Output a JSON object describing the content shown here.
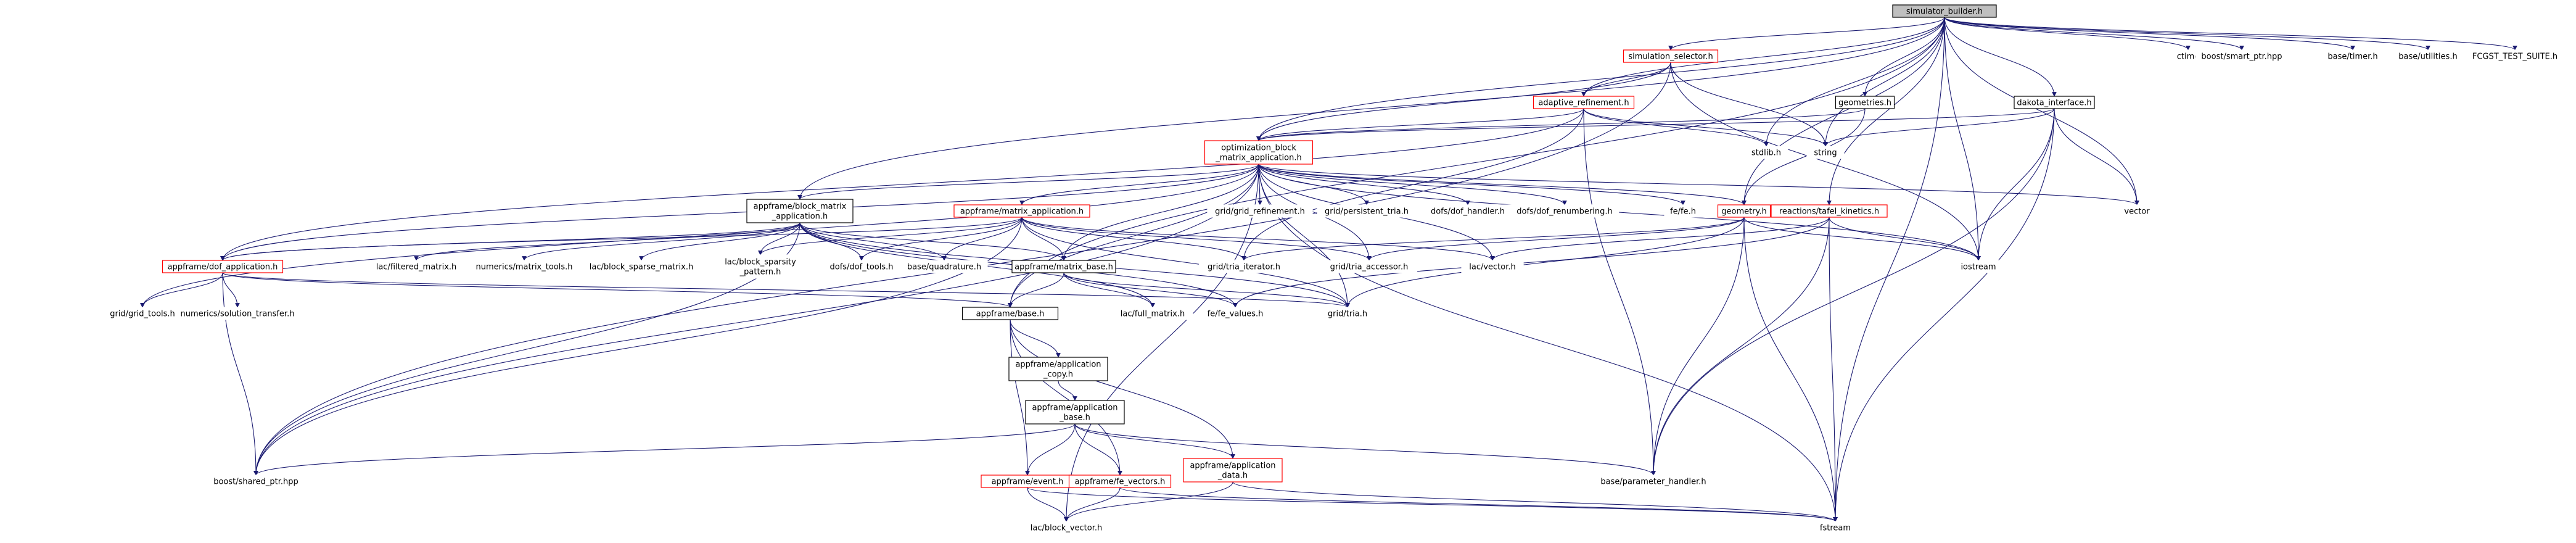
{
  "colors": {
    "edge": "#191970",
    "box_black": "#000000",
    "box_red": "#ff0000",
    "root_fill": "#bfbfbf",
    "fill": "#ffffff"
  },
  "nodes": [
    {
      "id": "simulator_builder",
      "label": [
        "simulator_builder.h"
      ],
      "border": "black",
      "fill": "gray"
    },
    {
      "id": "simulation_selector",
      "label": [
        "simulation_selector.h"
      ],
      "border": "red"
    },
    {
      "id": "ctime",
      "label": [
        "ctime"
      ],
      "border": "none"
    },
    {
      "id": "boost_smart_ptr",
      "label": [
        "boost/smart_ptr.hpp"
      ],
      "border": "none"
    },
    {
      "id": "base_timer",
      "label": [
        "base/timer.h"
      ],
      "border": "none"
    },
    {
      "id": "base_utilities",
      "label": [
        "base/utilities.h"
      ],
      "border": "none"
    },
    {
      "id": "fcgst",
      "label": [
        "FCGST_TEST_SUITE.h"
      ],
      "border": "none"
    },
    {
      "id": "adaptive_refinement",
      "label": [
        "adaptive_refinement.h"
      ],
      "border": "red"
    },
    {
      "id": "geometries",
      "label": [
        "geometries.h"
      ],
      "border": "black"
    },
    {
      "id": "dakota_interface",
      "label": [
        "dakota_interface.h"
      ],
      "border": "black"
    },
    {
      "id": "stdlib",
      "label": [
        "stdlib.h"
      ],
      "border": "none"
    },
    {
      "id": "string",
      "label": [
        "string"
      ],
      "border": "none"
    },
    {
      "id": "optimization_block",
      "label": [
        "optimization_block",
        "_matrix_application.h"
      ],
      "border": "red"
    },
    {
      "id": "appframe_block_matrix",
      "label": [
        "appframe/block_matrix",
        "_application.h"
      ],
      "border": "black"
    },
    {
      "id": "appframe_matrix_application",
      "label": [
        "appframe/matrix_application.h"
      ],
      "border": "red"
    },
    {
      "id": "grid_refinement",
      "label": [
        "grid/grid_refinement.h"
      ],
      "border": "none"
    },
    {
      "id": "persistent_tria",
      "label": [
        "grid/persistent_tria.h"
      ],
      "border": "none"
    },
    {
      "id": "dof_handler",
      "label": [
        "dofs/dof_handler.h"
      ],
      "border": "none"
    },
    {
      "id": "dof_renumbering",
      "label": [
        "dofs/dof_renumbering.h"
      ],
      "border": "none"
    },
    {
      "id": "fe_fe",
      "label": [
        "fe/fe.h"
      ],
      "border": "none"
    },
    {
      "id": "geometry",
      "label": [
        "geometry.h"
      ],
      "border": "red"
    },
    {
      "id": "reactions",
      "label": [
        "reactions/tafel_kinetics.h"
      ],
      "border": "red"
    },
    {
      "id": "vector",
      "label": [
        "vector"
      ],
      "border": "none"
    },
    {
      "id": "iostream",
      "label": [
        "iostream"
      ],
      "border": "none"
    },
    {
      "id": "dof_application",
      "label": [
        "appframe/dof_application.h"
      ],
      "border": "red"
    },
    {
      "id": "filtered_matrix",
      "label": [
        "lac/filtered_matrix.h"
      ],
      "border": "none"
    },
    {
      "id": "matrix_tools",
      "label": [
        "numerics/matrix_tools.h"
      ],
      "border": "none"
    },
    {
      "id": "block_sparse_matrix",
      "label": [
        "lac/block_sparse_matrix.h"
      ],
      "border": "none"
    },
    {
      "id": "block_sparsity",
      "label": [
        "lac/block_sparsity",
        "_pattern.h"
      ],
      "border": "none"
    },
    {
      "id": "dof_tools",
      "label": [
        "dofs/dof_tools.h"
      ],
      "border": "none"
    },
    {
      "id": "quadrature",
      "label": [
        "base/quadrature.h"
      ],
      "border": "none"
    },
    {
      "id": "matrix_base",
      "label": [
        "appframe/matrix_base.h"
      ],
      "border": "black"
    },
    {
      "id": "tria_iterator",
      "label": [
        "grid/tria_iterator.h"
      ],
      "border": "none"
    },
    {
      "id": "tria_accessor",
      "label": [
        "grid/tria_accessor.h"
      ],
      "border": "none"
    },
    {
      "id": "lac_vector",
      "label": [
        "lac/vector.h"
      ],
      "border": "none"
    },
    {
      "id": "grid_tools",
      "label": [
        "grid/grid_tools.h"
      ],
      "border": "none"
    },
    {
      "id": "solution_transfer",
      "label": [
        "numerics/solution_transfer.h"
      ],
      "border": "none"
    },
    {
      "id": "full_matrix",
      "label": [
        "lac/full_matrix.h"
      ],
      "border": "none"
    },
    {
      "id": "fe_values",
      "label": [
        "fe/fe_values.h"
      ],
      "border": "none"
    },
    {
      "id": "grid_tria",
      "label": [
        "grid/tria.h"
      ],
      "border": "none"
    },
    {
      "id": "appframe_base",
      "label": [
        "appframe/base.h"
      ],
      "border": "black"
    },
    {
      "id": "app_copy",
      "label": [
        "appframe/application",
        "_copy.h"
      ],
      "border": "black"
    },
    {
      "id": "app_base",
      "label": [
        "appframe/application",
        "_base.h"
      ],
      "border": "black"
    },
    {
      "id": "boost_shared_ptr",
      "label": [
        "boost/shared_ptr.hpp"
      ],
      "border": "none"
    },
    {
      "id": "parameter_handler",
      "label": [
        "base/parameter_handler.h"
      ],
      "border": "none"
    },
    {
      "id": "appframe_event",
      "label": [
        "appframe/event.h"
      ],
      "border": "red"
    },
    {
      "id": "fe_vectors",
      "label": [
        "appframe/fe_vectors.h"
      ],
      "border": "red"
    },
    {
      "id": "app_data",
      "label": [
        "appframe/application",
        "_data.h"
      ],
      "border": "red"
    },
    {
      "id": "block_vector",
      "label": [
        "lac/block_vector.h"
      ],
      "border": "none"
    },
    {
      "id": "fstream",
      "label": [
        "fstream"
      ],
      "border": "none"
    }
  ],
  "edges": [
    [
      "simulator_builder",
      "simulation_selector"
    ],
    [
      "simulator_builder",
      "ctime"
    ],
    [
      "simulator_builder",
      "boost_smart_ptr"
    ],
    [
      "simulator_builder",
      "base_timer"
    ],
    [
      "simulator_builder",
      "base_utilities"
    ],
    [
      "simulator_builder",
      "fcgst"
    ],
    [
      "simulator_builder",
      "adaptive_refinement"
    ],
    [
      "simulator_builder",
      "geometries"
    ],
    [
      "simulator_builder",
      "dakota_interface"
    ],
    [
      "simulator_builder",
      "stdlib"
    ],
    [
      "simulator_builder",
      "string"
    ],
    [
      "simulator_builder",
      "optimization_block"
    ],
    [
      "simulator_builder",
      "appframe_block_matrix"
    ],
    [
      "simulator_builder",
      "geometry"
    ],
    [
      "simulator_builder",
      "reactions"
    ],
    [
      "simulator_builder",
      "vector"
    ],
    [
      "simulator_builder",
      "iostream"
    ],
    [
      "simulator_builder",
      "fstream"
    ],
    [
      "simulator_builder",
      "appframe_base"
    ],
    [
      "simulation_selector",
      "adaptive_refinement"
    ],
    [
      "simulation_selector",
      "optimization_block"
    ],
    [
      "simulation_selector",
      "string"
    ],
    [
      "simulation_selector",
      "iostream"
    ],
    [
      "simulation_selector",
      "boost_shared_ptr"
    ],
    [
      "adaptive_refinement",
      "optimization_block"
    ],
    [
      "adaptive_refinement",
      "stdlib"
    ],
    [
      "adaptive_refinement",
      "string"
    ],
    [
      "adaptive_refinement",
      "parameter_handler"
    ],
    [
      "adaptive_refinement",
      "dof_application"
    ],
    [
      "adaptive_refinement",
      "tria_iterator"
    ],
    [
      "geometries",
      "geometry"
    ],
    [
      "geometries",
      "optimization_block"
    ],
    [
      "dakota_interface",
      "optimization_block"
    ],
    [
      "dakota_interface",
      "string"
    ],
    [
      "dakota_interface",
      "vector"
    ],
    [
      "dakota_interface",
      "iostream"
    ],
    [
      "dakota_interface",
      "fstream"
    ],
    [
      "dakota_interface",
      "parameter_handler"
    ],
    [
      "optimization_block",
      "appframe_block_matrix"
    ],
    [
      "optimization_block",
      "appframe_matrix_application"
    ],
    [
      "optimization_block",
      "grid_refinement"
    ],
    [
      "optimization_block",
      "persistent_tria"
    ],
    [
      "optimization_block",
      "dof_handler"
    ],
    [
      "optimization_block",
      "dof_renumbering"
    ],
    [
      "optimization_block",
      "fe_fe"
    ],
    [
      "optimization_block",
      "geometry"
    ],
    [
      "optimization_block",
      "vector"
    ],
    [
      "optimization_block",
      "iostream"
    ],
    [
      "optimization_block",
      "dof_application"
    ],
    [
      "optimization_block",
      "grid_tools"
    ],
    [
      "optimization_block",
      "boost_shared_ptr"
    ],
    [
      "optimization_block",
      "block_vector"
    ],
    [
      "optimization_block",
      "matrix_base"
    ],
    [
      "optimization_block",
      "appframe_base"
    ],
    [
      "optimization_block",
      "grid_tria"
    ],
    [
      "optimization_block",
      "tria_accessor"
    ],
    [
      "optimization_block",
      "lac_vector"
    ],
    [
      "optimization_block",
      "fstream"
    ],
    [
      "appframe_block_matrix",
      "dof_application"
    ],
    [
      "appframe_block_matrix",
      "filtered_matrix"
    ],
    [
      "appframe_block_matrix",
      "matrix_tools"
    ],
    [
      "appframe_block_matrix",
      "block_sparse_matrix"
    ],
    [
      "appframe_block_matrix",
      "block_sparsity"
    ],
    [
      "appframe_block_matrix",
      "dof_tools"
    ],
    [
      "appframe_block_matrix",
      "quadrature"
    ],
    [
      "appframe_block_matrix",
      "matrix_base"
    ],
    [
      "appframe_block_matrix",
      "full_matrix"
    ],
    [
      "appframe_block_matrix",
      "fe_values"
    ],
    [
      "appframe_block_matrix",
      "grid_tria"
    ],
    [
      "appframe_block_matrix",
      "boost_shared_ptr"
    ],
    [
      "appframe_matrix_application",
      "dof_application"
    ],
    [
      "appframe_matrix_application",
      "block_sparsity"
    ],
    [
      "appframe_matrix_application",
      "dof_tools"
    ],
    [
      "appframe_matrix_application",
      "quadrature"
    ],
    [
      "appframe_matrix_application",
      "matrix_base"
    ],
    [
      "appframe_matrix_application",
      "tria_iterator"
    ],
    [
      "appframe_matrix_application",
      "tria_accessor"
    ],
    [
      "appframe_matrix_application",
      "lac_vector"
    ],
    [
      "appframe_matrix_application",
      "grid_tria"
    ],
    [
      "appframe_matrix_application",
      "boost_shared_ptr"
    ],
    [
      "geometry",
      "iostream"
    ],
    [
      "geometry",
      "fstream"
    ],
    [
      "geometry",
      "parameter_handler"
    ],
    [
      "geometry",
      "grid_tria"
    ],
    [
      "geometry",
      "tria_accessor"
    ],
    [
      "geometry",
      "tria_iterator"
    ],
    [
      "reactions",
      "iostream"
    ],
    [
      "reactions",
      "fstream"
    ],
    [
      "reactions",
      "fe_values"
    ],
    [
      "reactions",
      "parameter_handler"
    ],
    [
      "reactions",
      "lac_vector"
    ],
    [
      "dof_application",
      "grid_tools"
    ],
    [
      "dof_application",
      "solution_transfer"
    ],
    [
      "dof_application",
      "appframe_base"
    ],
    [
      "dof_application",
      "boost_shared_ptr"
    ],
    [
      "dof_application",
      "grid_tria"
    ],
    [
      "matrix_base",
      "appframe_base"
    ],
    [
      "matrix_base",
      "full_matrix"
    ],
    [
      "matrix_base",
      "fe_values"
    ],
    [
      "matrix_base",
      "grid_tria"
    ],
    [
      "appframe_base",
      "app_copy"
    ],
    [
      "appframe_base",
      "appframe_event"
    ],
    [
      "appframe_base",
      "fe_vectors"
    ],
    [
      "appframe_base",
      "app_data"
    ],
    [
      "app_copy",
      "app_base"
    ],
    [
      "app_base",
      "boost_shared_ptr"
    ],
    [
      "app_base",
      "parameter_handler"
    ],
    [
      "app_base",
      "appframe_event"
    ],
    [
      "app_base",
      "fe_vectors"
    ],
    [
      "app_base",
      "app_data"
    ],
    [
      "appframe_event",
      "block_vector"
    ],
    [
      "appframe_event",
      "fstream"
    ],
    [
      "fe_vectors",
      "block_vector"
    ],
    [
      "fe_vectors",
      "fstream"
    ],
    [
      "app_data",
      "block_vector"
    ],
    [
      "app_data",
      "fstream"
    ]
  ]
}
